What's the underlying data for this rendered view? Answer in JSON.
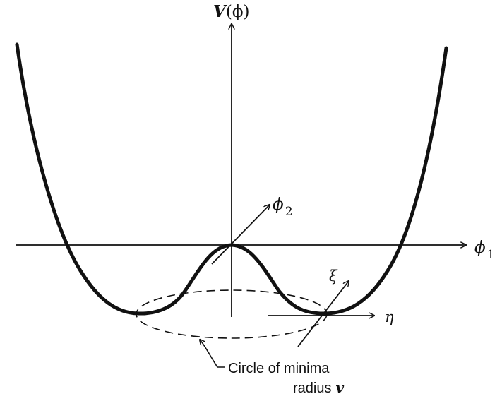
{
  "axes": {
    "vertical_label": "V",
    "vertical_label_arg": "(ϕ)",
    "horizontal_label": "ϕ",
    "horizontal_label_sub": "1",
    "depth_label": "ϕ",
    "depth_label_sub": "2"
  },
  "local_axes": {
    "xi_label": "ξ",
    "eta_label": "η"
  },
  "caption": {
    "line1": "Circle of minima",
    "line2_prefix": "radius",
    "line2_var": "v"
  },
  "colors": {
    "ink": "#111111",
    "background": "#ffffff"
  }
}
